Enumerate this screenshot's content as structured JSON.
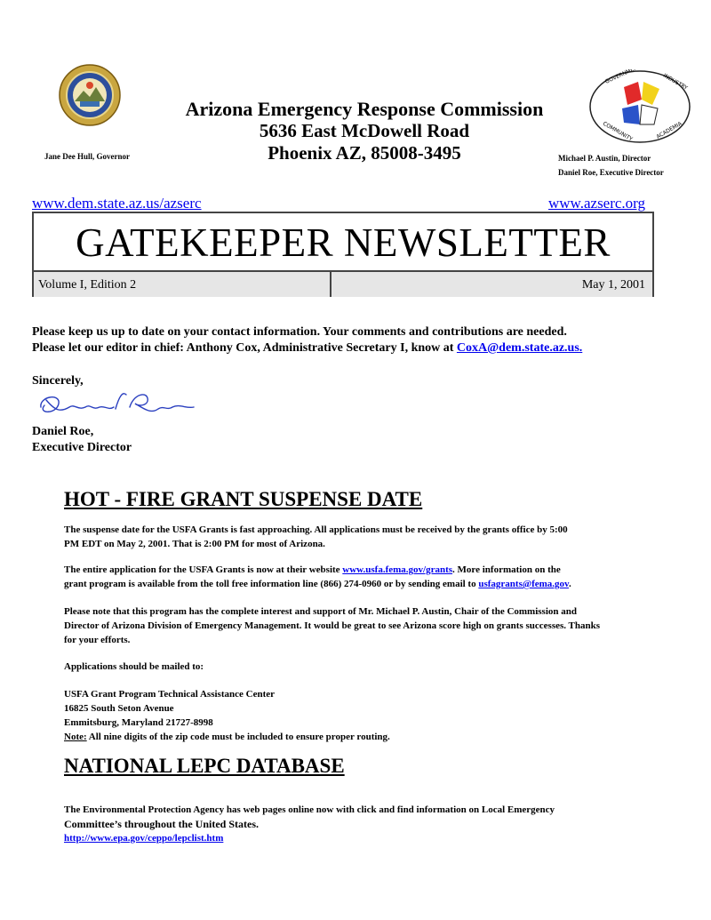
{
  "header": {
    "org_name": "Arizona Emergency Response  Commission",
    "address_line1": "5636  East McDowell Road",
    "address_line2": "Phoenix AZ, 85008-3495",
    "governor": "Jane Dee Hull, Governor",
    "director": "Michael P. Austin, Director",
    "executive_director": "Daniel Roe, Executive Director",
    "badge_words": [
      "GOVERNMENT",
      "INDUSTRY",
      "COMMUNITY",
      "ACADEMIA"
    ],
    "url_left": "www.dem.state.az.us/azserc",
    "url_right": "www.azserc.org"
  },
  "banner": {
    "title": "GATEKEEPER NEWSLETTER",
    "volume": "Volume I, Edition 2",
    "date": "May 1, 2001"
  },
  "intro": {
    "line1": "Please keep us up to date on your contact information. Your comments and contributions are needed.",
    "line2_prefix": "Please let our editor in chief: Anthony Cox, Administrative Secretary I, know at ",
    "email": "CoxA@dem.state.az.us.",
    "sincerely": "Sincerely,",
    "signer_name": "Daniel Roe,",
    "signer_title": "Executive Director"
  },
  "section1": {
    "heading": "HOT - FIRE GRANT SUSPENSE DATE",
    "p1_line1": "The suspense date for the USFA Grants is fast approaching. All applications must be received by the grants office by 5:00",
    "p1_line2": "PM EDT on May 2, 2001. That is 2:00 PM for most of Arizona.",
    "p2_line1_prefix": "The entire application for the USFA Grants is now at their website ",
    "p2_link": "www.usfa.fema.gov/grants",
    "p2_line1_suffix": ". More information on the",
    "p2_line2_prefix": "grant program is available from the toll free information line (866) 274-0960 or by sending email to ",
    "p2_email": "usfagrants@fema.gov",
    "p2_line2_suffix": ".",
    "p3_line1": "Please note that this program has the complete interest and support of Mr. Michael P. Austin, Chair of the Commission and",
    "p3_line2": "Director of Arizona Division of Emergency Management. It would be great to see Arizona score high on grants successes. Thanks",
    "p3_line3": "for your efforts.",
    "p4": "Applications should be mailed to:",
    "addr1": "USFA Grant Program Technical Assistance Center",
    "addr2": "16825 South Seton Avenue",
    "addr3": "Emmitsburg, Maryland 21727-8998",
    "note_label": "Note:",
    "note_text": " All nine digits of the zip code must be included to ensure proper routing."
  },
  "section2": {
    "heading": "NATIONAL LEPC DATABASE",
    "p1_line1": "The Environmental Protection Agency has web pages online now with click and find information on Local Emergency",
    "p1_line2": "Committee’s throughout the United States.",
    "link": "http://www.epa.gov/ceppo/lepclist.htm"
  }
}
